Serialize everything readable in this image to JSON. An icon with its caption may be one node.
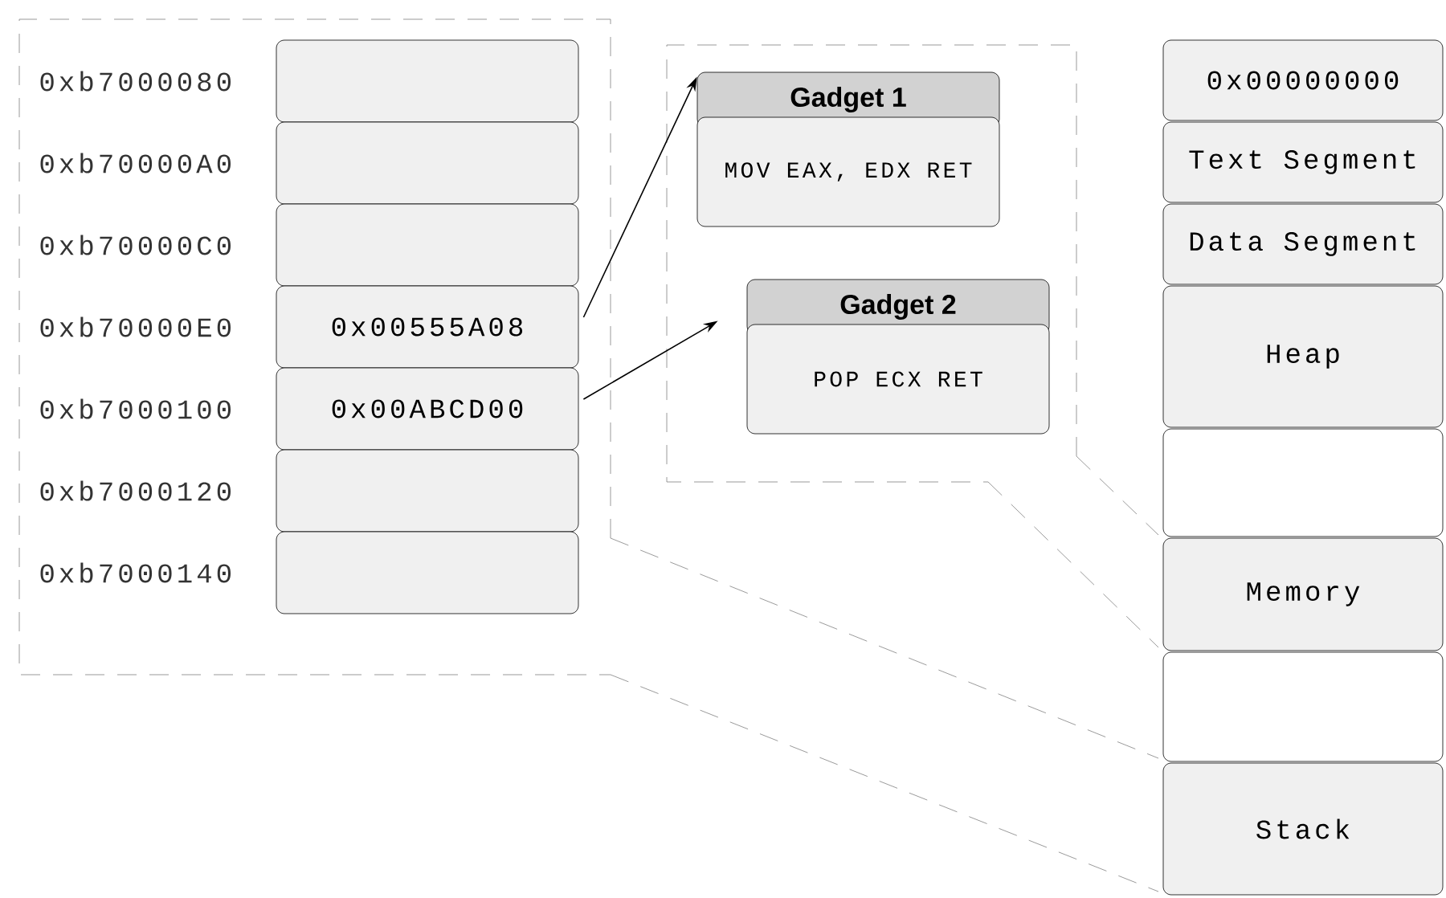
{
  "diagram": {
    "nodes": [
      {
        "text": [],
        "shape": "box"
      },
      {
        "text": [],
        "shape": "box",
        "in": 0,
        "beside": [
          "0xb7000080"
        ]
      },
      {
        "text": [],
        "shape": "box",
        "in": 0,
        "beside": [
          "0xb70000A0"
        ]
      },
      {
        "text": [],
        "shape": "box",
        "in": 0,
        "beside": [
          "0xb70000C0"
        ]
      },
      {
        "text": [
          "0x00555A08"
        ],
        "in": 0,
        "beside": [
          "0xb70000E0"
        ]
      },
      {
        "text": [
          "0x00ABCD00"
        ],
        "in": 0,
        "beside": [
          "0xb7000100"
        ]
      },
      {
        "text": [],
        "shape": "box",
        "in": 0,
        "beside": [
          "0xb7000120"
        ]
      },
      {
        "text": [],
        "shape": "box",
        "in": 0,
        "beside": [
          "0xb7000140"
        ]
      },
      {
        "text": [],
        "shape": "box"
      },
      {
        "text": [
          "Gadget 1",
          "MOV EAX, EDX RET"
        ],
        "in": 8
      },
      {
        "text": [
          "Gadget 2",
          "POP ECX RET"
        ],
        "in": 8
      },
      {
        "text": [
          "0x00000000"
        ]
      },
      {
        "text": [
          "Text Segment"
        ]
      },
      {
        "text": [
          "Data Segment"
        ]
      },
      {
        "text": [
          "Heap"
        ]
      },
      {
        "text": [],
        "shape": "box"
      },
      {
        "text": [
          "Memory"
        ]
      },
      {
        "text": [],
        "shape": "box"
      },
      {
        "text": [
          "Stack"
        ]
      }
    ],
    "edges": [
      {
        "from": 4,
        "to": 9,
        "arrow": "to"
      },
      {
        "from": 5,
        "to": 10,
        "arrow": "to"
      }
    ]
  }
}
